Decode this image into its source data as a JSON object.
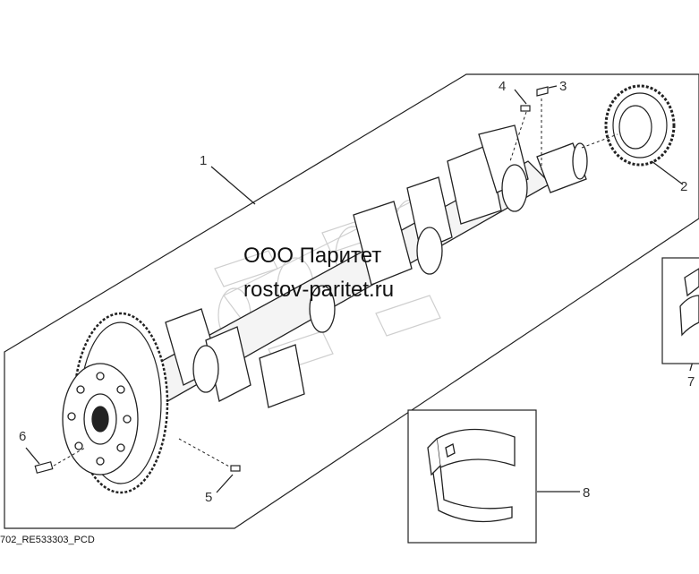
{
  "watermark": {
    "company": "ООО Паритет",
    "site": "rostov-paritet.ru"
  },
  "figure_ref": "702_RE533303_PCD",
  "callouts": {
    "c1": "1",
    "c2": "2",
    "c3": "3",
    "c4": "4",
    "c5": "5",
    "c6": "6",
    "c7": "7",
    "c8": "8"
  },
  "colors": {
    "line": "#222222",
    "watermark_part": "#c8c8c8"
  }
}
